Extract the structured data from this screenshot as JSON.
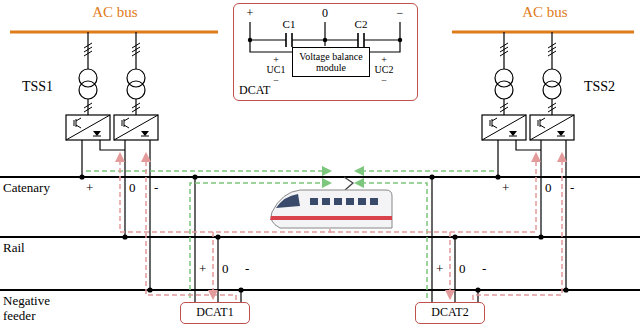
{
  "diagram": {
    "nodes": [
      {
        "text": [
          "DCAT"
        ]
      },
      {
        "text": [
          "Voltage balance module"
        ],
        "in": 0
      },
      {
        "text": [
          "DCAT1"
        ]
      },
      {
        "text": [
          "DCAT2"
        ]
      }
    ],
    "labels": [
      "AC bus",
      "AC bus",
      "TSS1",
      "TSS2",
      "Catenary",
      "+",
      "0",
      "-",
      "+",
      "0",
      "-",
      "Rail",
      "Negative feeder",
      "+",
      "0",
      "-",
      "+",
      "0",
      "-",
      "+",
      "0",
      "−",
      "C1",
      "C2",
      "+",
      "UC1",
      "−",
      "+",
      "UC2",
      "−"
    ]
  }
}
